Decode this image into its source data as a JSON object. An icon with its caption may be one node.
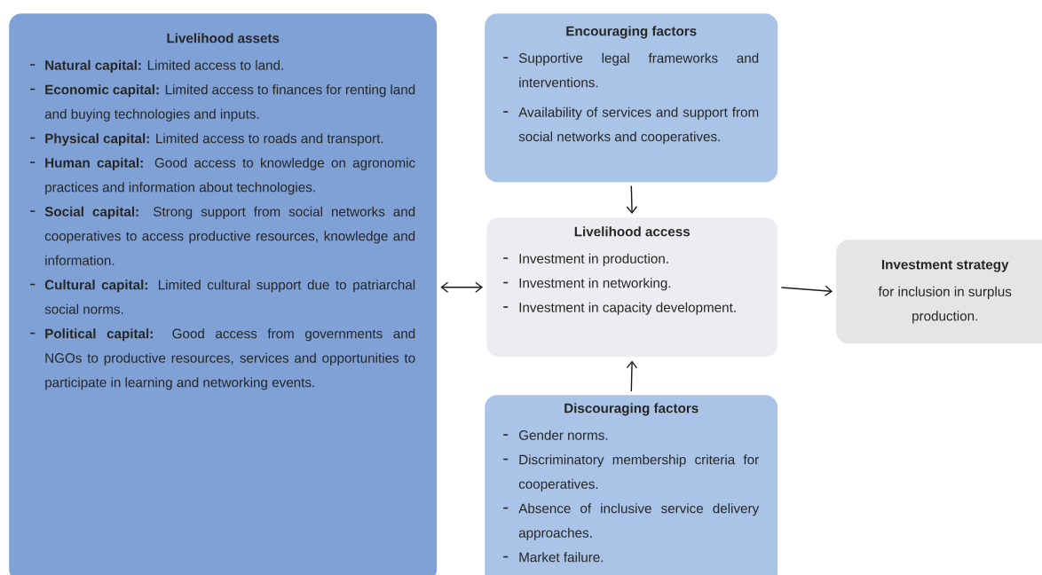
{
  "diagram": {
    "nodes": [
      {
        "text": [
          "Livelihood assets",
          "**Natural capital:** Limited access to land.",
          "**Economic capital:** Limited access to finances for renting land and buying technologies and inputs.",
          "**Physical capital:** Limited access to roads and transport.",
          "**Human capital:** Good access to knowledge on agronomic practices and information about technologies.",
          "**Social capital:** Strong support from social networks and cooperatives to access productive resources, knowledge and information.",
          "**Cultural capital:** Limited cultural support due to patriarchal social norms.",
          "**Political capital:** Good access from governments and NGOs to productive resources, services and opportunities to participate in learning and networking events."
        ]
      },
      {
        "text": [
          "Encouraging factors",
          "Supportive legal frameworks and interventions.",
          "Availability of services and support from social networks and cooperatives."
        ]
      },
      {
        "text": [
          "Livelihood access",
          "Investment in production.",
          "Investment in networking.",
          "Investment in capacity development."
        ]
      },
      {
        "text": [
          "Investment strategy",
          "for inclusion in surplus production."
        ]
      },
      {
        "text": [
          "Discouraging factors",
          "Gender norms.",
          "Discriminatory membership criteria for cooperatives.",
          "Absence of inclusive service delivery approaches.",
          "Market failure."
        ]
      }
    ],
    "edges": [
      {
        "from": 0,
        "to": 2,
        "arrow": "both"
      },
      {
        "from": 1,
        "to": 2,
        "arrow": "to"
      },
      {
        "from": 4,
        "to": 2,
        "arrow": "to"
      },
      {
        "from": 2,
        "to": 3,
        "arrow": "to"
      }
    ]
  }
}
